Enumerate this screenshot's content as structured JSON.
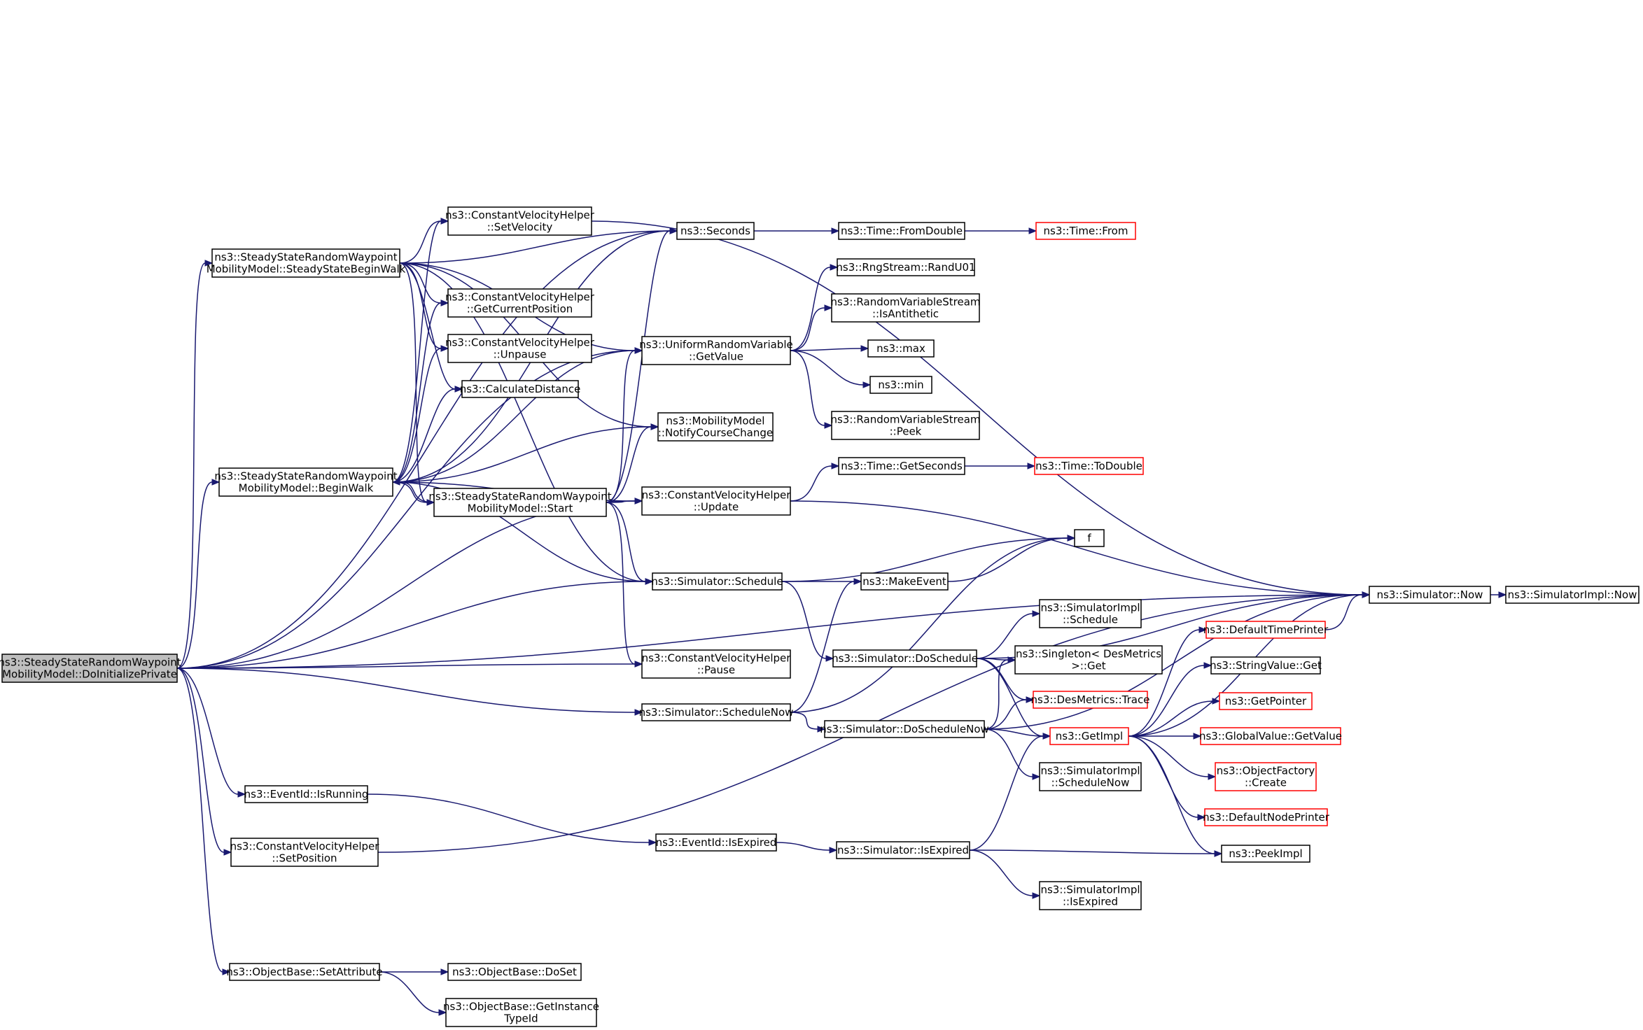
{
  "diagram": {
    "type": "call-graph",
    "nodes": [
      {
        "id": "root",
        "lines": [
          "ns3::SteadyStateRandomWaypoint",
          "MobilityModel::DoInitializePrivate"
        ],
        "style": "root"
      },
      {
        "id": "ssbw",
        "lines": [
          "ns3::SteadyStateRandomWaypoint",
          "MobilityModel::SteadyStateBeginWalk"
        ],
        "style": "normal"
      },
      {
        "id": "bw",
        "lines": [
          "ns3::SteadyStateRandomWaypoint",
          "MobilityModel::BeginWalk"
        ],
        "style": "normal"
      },
      {
        "id": "start",
        "lines": [
          "ns3::SteadyStateRandomWaypoint",
          "MobilityModel::Start"
        ],
        "style": "normal"
      },
      {
        "id": "isrunning",
        "lines": [
          "ns3::EventId::IsRunning"
        ],
        "style": "normal"
      },
      {
        "id": "setpos",
        "lines": [
          "ns3::ConstantVelocityHelper",
          "::SetPosition"
        ],
        "style": "normal"
      },
      {
        "id": "setattr",
        "lines": [
          "ns3::ObjectBase::SetAttribute"
        ],
        "style": "normal"
      },
      {
        "id": "setvel",
        "lines": [
          "ns3::ConstantVelocityHelper",
          "::SetVelocity"
        ],
        "style": "normal"
      },
      {
        "id": "getcur",
        "lines": [
          "ns3::ConstantVelocityHelper",
          "::GetCurrentPosition"
        ],
        "style": "normal"
      },
      {
        "id": "unpause",
        "lines": [
          "ns3::ConstantVelocityHelper",
          "::Unpause"
        ],
        "style": "normal"
      },
      {
        "id": "calcdist",
        "lines": [
          "ns3::CalculateDistance"
        ],
        "style": "normal"
      },
      {
        "id": "doset",
        "lines": [
          "ns3::ObjectBase::DoSet"
        ],
        "style": "normal"
      },
      {
        "id": "getinst",
        "lines": [
          "ns3::ObjectBase::GetInstance",
          "TypeId"
        ],
        "style": "normal"
      },
      {
        "id": "seconds",
        "lines": [
          "ns3::Seconds"
        ],
        "style": "normal"
      },
      {
        "id": "getvalue",
        "lines": [
          "ns3::UniformRandomVariable",
          "::GetValue"
        ],
        "style": "normal"
      },
      {
        "id": "notify",
        "lines": [
          "ns3::MobilityModel",
          "::NotifyCourseChange"
        ],
        "style": "normal"
      },
      {
        "id": "update",
        "lines": [
          "ns3::ConstantVelocityHelper",
          "::Update"
        ],
        "style": "normal"
      },
      {
        "id": "schedule",
        "lines": [
          "ns3::Simulator::Schedule"
        ],
        "style": "normal"
      },
      {
        "id": "pause",
        "lines": [
          "ns3::ConstantVelocityHelper",
          "::Pause"
        ],
        "style": "normal"
      },
      {
        "id": "schednow",
        "lines": [
          "ns3::Simulator::ScheduleNow"
        ],
        "style": "normal"
      },
      {
        "id": "isexpired",
        "lines": [
          "ns3::EventId::IsExpired"
        ],
        "style": "normal"
      },
      {
        "id": "fromdouble",
        "lines": [
          "ns3::Time::FromDouble"
        ],
        "style": "normal"
      },
      {
        "id": "randu01",
        "lines": [
          "ns3::RngStream::RandU01"
        ],
        "style": "normal"
      },
      {
        "id": "isanti",
        "lines": [
          "ns3::RandomVariableStream",
          "::IsAntithetic"
        ],
        "style": "normal"
      },
      {
        "id": "max",
        "lines": [
          "ns3::max"
        ],
        "style": "normal"
      },
      {
        "id": "min",
        "lines": [
          "ns3::min"
        ],
        "style": "normal"
      },
      {
        "id": "peek",
        "lines": [
          "ns3::RandomVariableStream",
          "::Peek"
        ],
        "style": "normal"
      },
      {
        "id": "getseconds",
        "lines": [
          "ns3::Time::GetSeconds"
        ],
        "style": "normal"
      },
      {
        "id": "makeevent",
        "lines": [
          "ns3::MakeEvent"
        ],
        "style": "normal"
      },
      {
        "id": "doschedule",
        "lines": [
          "ns3::Simulator::DoSchedule"
        ],
        "style": "normal"
      },
      {
        "id": "doschednow",
        "lines": [
          "ns3::Simulator::DoScheduleNow"
        ],
        "style": "normal"
      },
      {
        "id": "simisexp",
        "lines": [
          "ns3::Simulator::IsExpired"
        ],
        "style": "normal"
      },
      {
        "id": "from",
        "lines": [
          "ns3::Time::From"
        ],
        "style": "red"
      },
      {
        "id": "todouble",
        "lines": [
          "ns3::Time::ToDouble"
        ],
        "style": "red"
      },
      {
        "id": "f",
        "lines": [
          "f"
        ],
        "style": "normal"
      },
      {
        "id": "implsched",
        "lines": [
          "ns3::SimulatorImpl",
          "::Schedule"
        ],
        "style": "normal"
      },
      {
        "id": "singleton",
        "lines": [
          "ns3::Singleton< DesMetrics",
          ">::Get"
        ],
        "style": "normal"
      },
      {
        "id": "trace",
        "lines": [
          "ns3::DesMetrics::Trace"
        ],
        "style": "red"
      },
      {
        "id": "getimpl",
        "lines": [
          "ns3::GetImpl"
        ],
        "style": "red"
      },
      {
        "id": "implschednow",
        "lines": [
          "ns3::SimulatorImpl",
          "::ScheduleNow"
        ],
        "style": "normal"
      },
      {
        "id": "implisexp",
        "lines": [
          "ns3::SimulatorImpl",
          "::IsExpired"
        ],
        "style": "normal"
      },
      {
        "id": "now",
        "lines": [
          "ns3::Simulator::Now"
        ],
        "style": "normal"
      },
      {
        "id": "implnow",
        "lines": [
          "ns3::SimulatorImpl::Now"
        ],
        "style": "normal"
      },
      {
        "id": "deftime",
        "lines": [
          "ns3::DefaultTimePrinter"
        ],
        "style": "red"
      },
      {
        "id": "strget",
        "lines": [
          "ns3::StringValue::Get"
        ],
        "style": "normal"
      },
      {
        "id": "getptr",
        "lines": [
          "ns3::GetPointer"
        ],
        "style": "red"
      },
      {
        "id": "gvget",
        "lines": [
          "ns3::GlobalValue::GetValue"
        ],
        "style": "red"
      },
      {
        "id": "objfact",
        "lines": [
          "ns3::ObjectFactory",
          "::Create"
        ],
        "style": "red"
      },
      {
        "id": "defnode",
        "lines": [
          "ns3::DefaultNodePrinter"
        ],
        "style": "red"
      },
      {
        "id": "peekimpl",
        "lines": [
          "ns3::PeekImpl"
        ],
        "style": "normal"
      }
    ],
    "edges": [
      [
        "root",
        "ssbw"
      ],
      [
        "root",
        "bw"
      ],
      [
        "root",
        "isrunning"
      ],
      [
        "root",
        "setpos"
      ],
      [
        "root",
        "setattr"
      ],
      [
        "root",
        "seconds"
      ],
      [
        "root",
        "getvalue"
      ],
      [
        "root",
        "update"
      ],
      [
        "root",
        "schedule"
      ],
      [
        "root",
        "pause"
      ],
      [
        "root",
        "schednow"
      ],
      [
        "root",
        "now"
      ],
      [
        "ssbw",
        "setvel"
      ],
      [
        "ssbw",
        "getcur"
      ],
      [
        "ssbw",
        "unpause"
      ],
      [
        "ssbw",
        "calcdist"
      ],
      [
        "ssbw",
        "start"
      ],
      [
        "ssbw",
        "seconds"
      ],
      [
        "ssbw",
        "getvalue"
      ],
      [
        "ssbw",
        "notify"
      ],
      [
        "ssbw",
        "schedule"
      ],
      [
        "bw",
        "start"
      ],
      [
        "bw",
        "setvel"
      ],
      [
        "bw",
        "getcur"
      ],
      [
        "bw",
        "unpause"
      ],
      [
        "bw",
        "calcdist"
      ],
      [
        "bw",
        "seconds"
      ],
      [
        "bw",
        "getvalue"
      ],
      [
        "bw",
        "notify"
      ],
      [
        "bw",
        "update"
      ],
      [
        "bw",
        "schedule"
      ],
      [
        "start",
        "bw"
      ],
      [
        "start",
        "seconds"
      ],
      [
        "start",
        "getvalue"
      ],
      [
        "start",
        "notify"
      ],
      [
        "start",
        "update"
      ],
      [
        "start",
        "schedule"
      ],
      [
        "start",
        "pause"
      ],
      [
        "setvel",
        "now"
      ],
      [
        "isrunning",
        "isexpired"
      ],
      [
        "setpos",
        "now"
      ],
      [
        "setattr",
        "doset"
      ],
      [
        "setattr",
        "getinst"
      ],
      [
        "seconds",
        "fromdouble"
      ],
      [
        "fromdouble",
        "from"
      ],
      [
        "getvalue",
        "randu01"
      ],
      [
        "getvalue",
        "isanti"
      ],
      [
        "getvalue",
        "max"
      ],
      [
        "getvalue",
        "min"
      ],
      [
        "getvalue",
        "peek"
      ],
      [
        "update",
        "getseconds"
      ],
      [
        "update",
        "now"
      ],
      [
        "getseconds",
        "todouble"
      ],
      [
        "schedule",
        "makeevent"
      ],
      [
        "schedule",
        "f"
      ],
      [
        "schedule",
        "doschedule"
      ],
      [
        "makeevent",
        "f"
      ],
      [
        "schednow",
        "makeevent"
      ],
      [
        "schednow",
        "f"
      ],
      [
        "schednow",
        "doschednow"
      ],
      [
        "isexpired",
        "simisexp"
      ],
      [
        "doschedule",
        "implsched"
      ],
      [
        "doschedule",
        "singleton"
      ],
      [
        "doschedule",
        "trace"
      ],
      [
        "doschedule",
        "getimpl"
      ],
      [
        "doschedule",
        "now"
      ],
      [
        "doschednow",
        "singleton"
      ],
      [
        "doschednow",
        "trace"
      ],
      [
        "doschednow",
        "getimpl"
      ],
      [
        "doschednow",
        "implschednow"
      ],
      [
        "doschednow",
        "now"
      ],
      [
        "simisexp",
        "getimpl"
      ],
      [
        "simisexp",
        "peekimpl"
      ],
      [
        "simisexp",
        "implisexp"
      ],
      [
        "getimpl",
        "deftime"
      ],
      [
        "getimpl",
        "strget"
      ],
      [
        "getimpl",
        "getptr"
      ],
      [
        "getimpl",
        "gvget"
      ],
      [
        "getimpl",
        "objfact"
      ],
      [
        "getimpl",
        "defnode"
      ],
      [
        "getimpl",
        "peekimpl"
      ],
      [
        "getimpl",
        "now"
      ],
      [
        "deftime",
        "now"
      ],
      [
        "now",
        "implnow"
      ]
    ]
  }
}
